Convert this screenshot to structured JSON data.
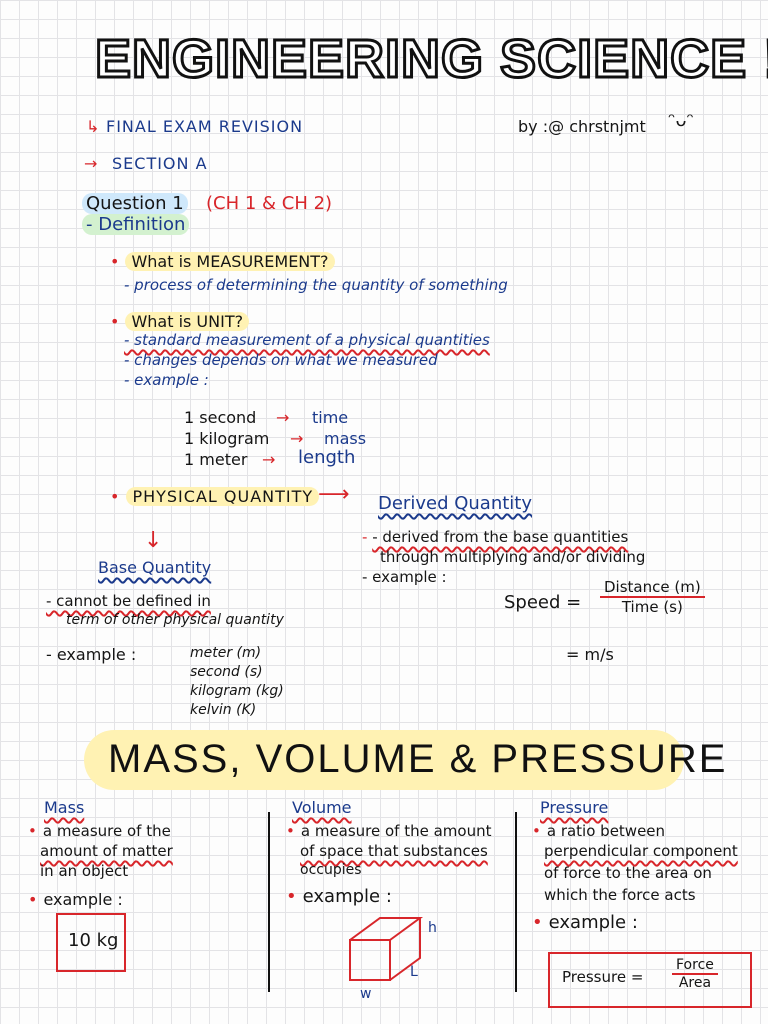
{
  "header": {
    "title": "ENGINEERING SCIENCE !",
    "subtitle": "FINAL EXAM REVISION",
    "author": "by :@ chrstnjmt",
    "section": "SECTION A",
    "question": "Question 1",
    "chapters": "(CH 1 & CH 2)",
    "definition": "- Definition"
  },
  "measurement": {
    "question": "What is MEASUREMENT?",
    "answer": "- process of determining the quantity of something"
  },
  "unit": {
    "question": "What is UNIT?",
    "line1": "- standard measurement of a physical quantities",
    "line2": "- changes depends on what we measured",
    "line3": "- example :",
    "examples": [
      {
        "lhs": "1 second",
        "rhs": "time"
      },
      {
        "lhs": "1 kilogram",
        "rhs": "mass"
      },
      {
        "lhs": "1 meter",
        "rhs": "length"
      }
    ]
  },
  "physical": {
    "label": "PHYSICAL QUANTITY",
    "derived_title": "Derived Quantity",
    "derived_line1": "- derived from the base quantities",
    "derived_line2": "through multiplying and/or dividing",
    "derived_example": "- example :",
    "speed_label": "Speed =",
    "speed_num": "Distance (m)",
    "speed_den": "Time (s)",
    "speed_result": "= m/s",
    "base_title": "Base Quantity",
    "base_line1": "- cannot be defined in",
    "base_line2": "term of other physical quantity",
    "base_example": "- example :",
    "base_examples": [
      "meter (m)",
      "second (s)",
      "kilogram (kg)",
      "kelvin (K)"
    ]
  },
  "mvp": {
    "title": "MASS, VOLUME & PRESSURE",
    "mass": {
      "heading": "Mass",
      "line1": "a measure of the",
      "line2": "amount of matter",
      "line3": "in an object",
      "example": "example :",
      "value": "10 kg"
    },
    "volume": {
      "heading": "Volume",
      "line1": "a measure of the amount",
      "line2": "of space that substances",
      "line3": "occupies",
      "example": "example :",
      "h": "h",
      "l": "L",
      "w": "w"
    },
    "pressure": {
      "heading": "Pressure",
      "line1": "a ratio between",
      "line2": "perpendicular component",
      "line3": "of force to the area on",
      "line4": "which the force acts",
      "example": "example :",
      "formula_lhs": "Pressure =",
      "formula_num": "Force",
      "formula_den": "Area"
    }
  },
  "colors": {
    "ink_blue": "#1b3a8c",
    "ink_red": "#d8262b",
    "highlight_yellow": "#fff2b3",
    "highlight_blue": "#cfe8fb",
    "highlight_green": "#d3f1cf"
  }
}
